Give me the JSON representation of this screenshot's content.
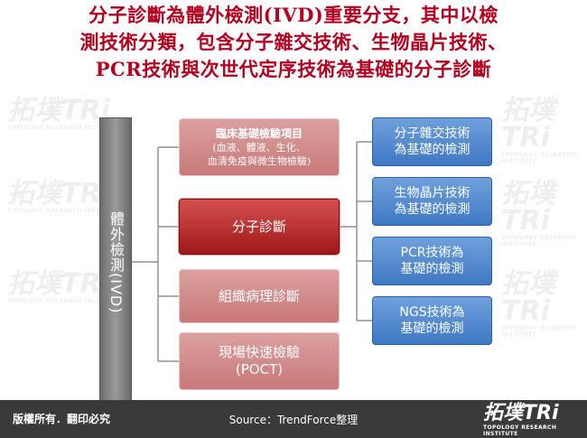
{
  "title": {
    "line1": "分子診斷為體外檢測(IVD)重要分支，其中以檢",
    "line2": "測技術分類，包含分子雜交技術、生物晶片技術、",
    "line3": "PCR技術與次世代定序技術為基礎的分子診斷"
  },
  "watermark": {
    "logo": "拓墣TRi",
    "tagline": "TOPOLOGY RESEARCH INSTITUTE"
  },
  "diagram": {
    "root": "體外檢測(IVD)",
    "branches": [
      {
        "title": "臨床基礎檢驗項目",
        "subtitle": "(血液、體液、生化、\n血清免疫與微生物檢驗)",
        "selected": false
      },
      {
        "title": "分子診斷",
        "selected": true
      },
      {
        "title": "組織病理診斷",
        "selected": false
      },
      {
        "title": "現場快速檢驗\n(POCT)",
        "selected": false
      }
    ],
    "subbranches": [
      "分子雜交技術\n為基礎的檢測",
      "生物晶片技術\n為基礎的檢測",
      "PCR技術為\n基礎的檢測",
      "NGS技術為\n基礎的檢測"
    ]
  },
  "footer": {
    "copyright": "版權所有．翻印必究",
    "source": "Source：TrendForce整理",
    "logo": "拓墣TRi",
    "logo_tagline": "TOPOLOGY RESEARCH INSTITUTE"
  },
  "colors": {
    "title": "#b5001f",
    "root_bar": "#8a8a8a",
    "branch_pale": "#d08c8c",
    "branch_selected": "#b82828",
    "subbranch": "#4f86cc",
    "footer": "#3a3a3a"
  }
}
